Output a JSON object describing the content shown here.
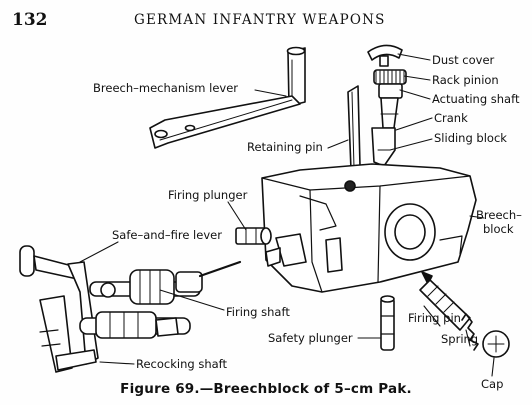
{
  "page": {
    "number": "132",
    "running_head": "GERMAN INFANTRY WEAPONS",
    "caption": "Figure 69.—Breechblock of 5–cm Pak."
  },
  "labels": {
    "dust_cover": "Dust cover",
    "rack_pinion": "Rack pinion",
    "actuating_shaft": "Actuating shaft",
    "crank": "Crank",
    "sliding_block": "Sliding block",
    "breech_mechanism_lever": "Breech–mechanism lever",
    "retaining_pin": "Retaining pin",
    "firing_plunger": "Firing plunger",
    "breechblock_line1": "Breech–",
    "breechblock_line2": "block",
    "safe_and_fire_lever": "Safe–and–fire lever",
    "firing_shaft": "Firing shaft",
    "firing_pin": "Firing pin",
    "safety_plunger": "Safety plunger",
    "spring": "Spring",
    "recocking_shaft": "Recocking shaft",
    "cap": "Cap"
  }
}
